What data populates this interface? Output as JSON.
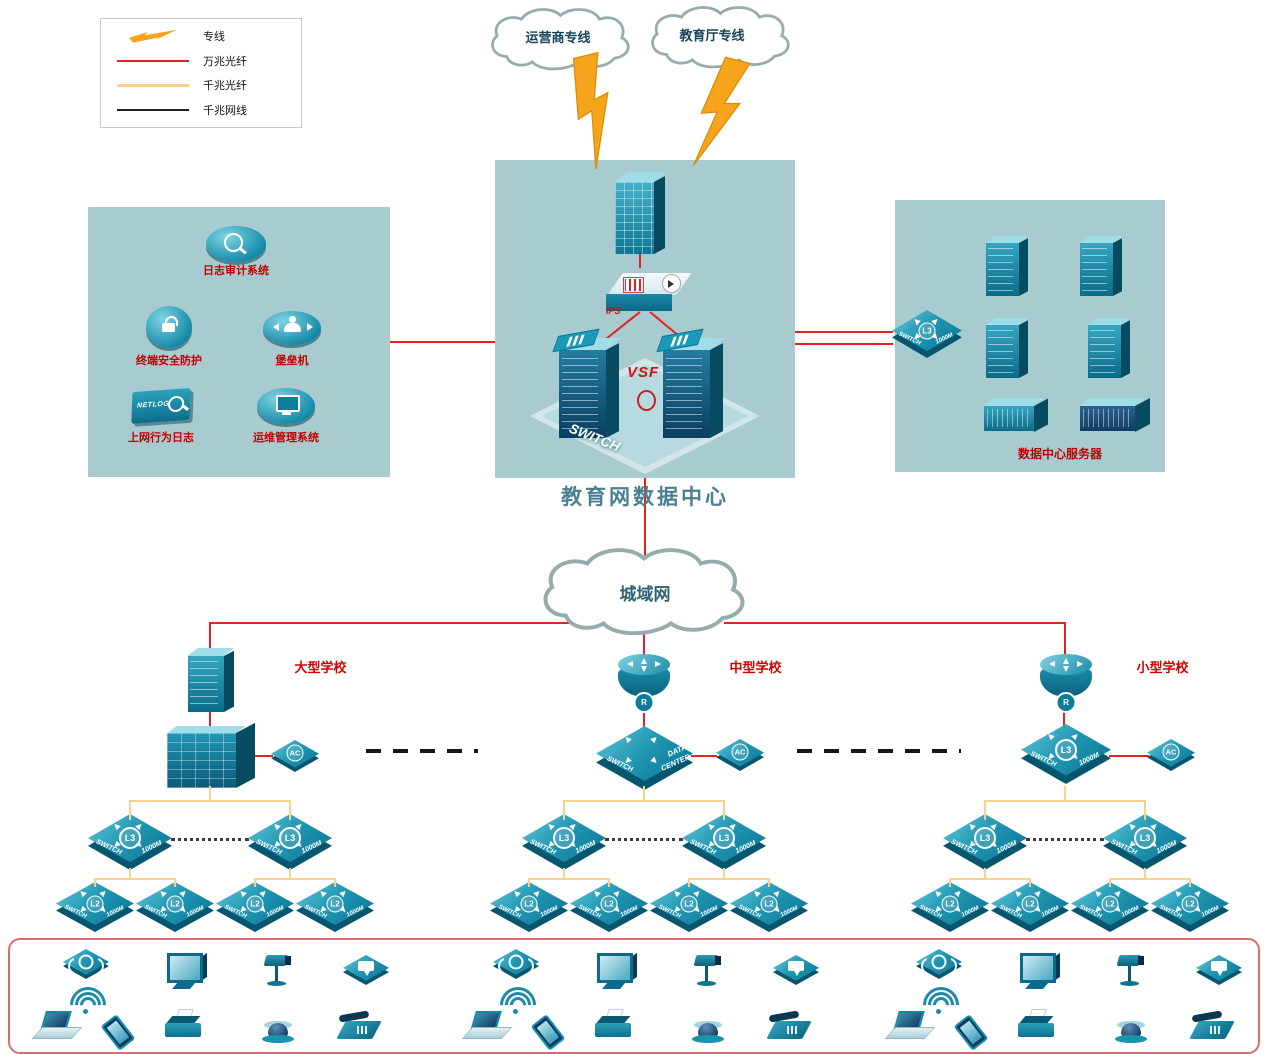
{
  "legend": {
    "items": [
      {
        "label": "专线",
        "type": "lightning",
        "color": "#f7a41d"
      },
      {
        "label": "万兆光纤",
        "type": "line",
        "color": "#e32222"
      },
      {
        "label": "千兆光纤",
        "type": "line",
        "color": "#f6d28c"
      },
      {
        "label": "千兆网线",
        "type": "line",
        "color": "#222222"
      }
    ]
  },
  "clouds": {
    "carrier": "运营商专线",
    "education": "教育厅专线",
    "man": "城域网"
  },
  "datacenter": {
    "title": "教育网数据中心",
    "vsf_label": "VSF",
    "switch_label": "SWITCH",
    "ips_label": "IPS"
  },
  "security_zone": {
    "items": [
      "日志审计系统",
      "终端安全防护",
      "堡垒机",
      "上网行为日志",
      "运维管理系统"
    ],
    "netlog": "NETLOG"
  },
  "server_zone": {
    "label": "数据中心服务器"
  },
  "schools": [
    {
      "name": "大型学校"
    },
    {
      "name": "中型学校"
    },
    {
      "name": "小型学校"
    }
  ],
  "labels": {
    "switch": "SWITCH",
    "speed": "1000M",
    "l3": "L3",
    "l2": "L2",
    "ac": "AC",
    "router": "R",
    "data": "DATA",
    "center": "CENTER"
  }
}
